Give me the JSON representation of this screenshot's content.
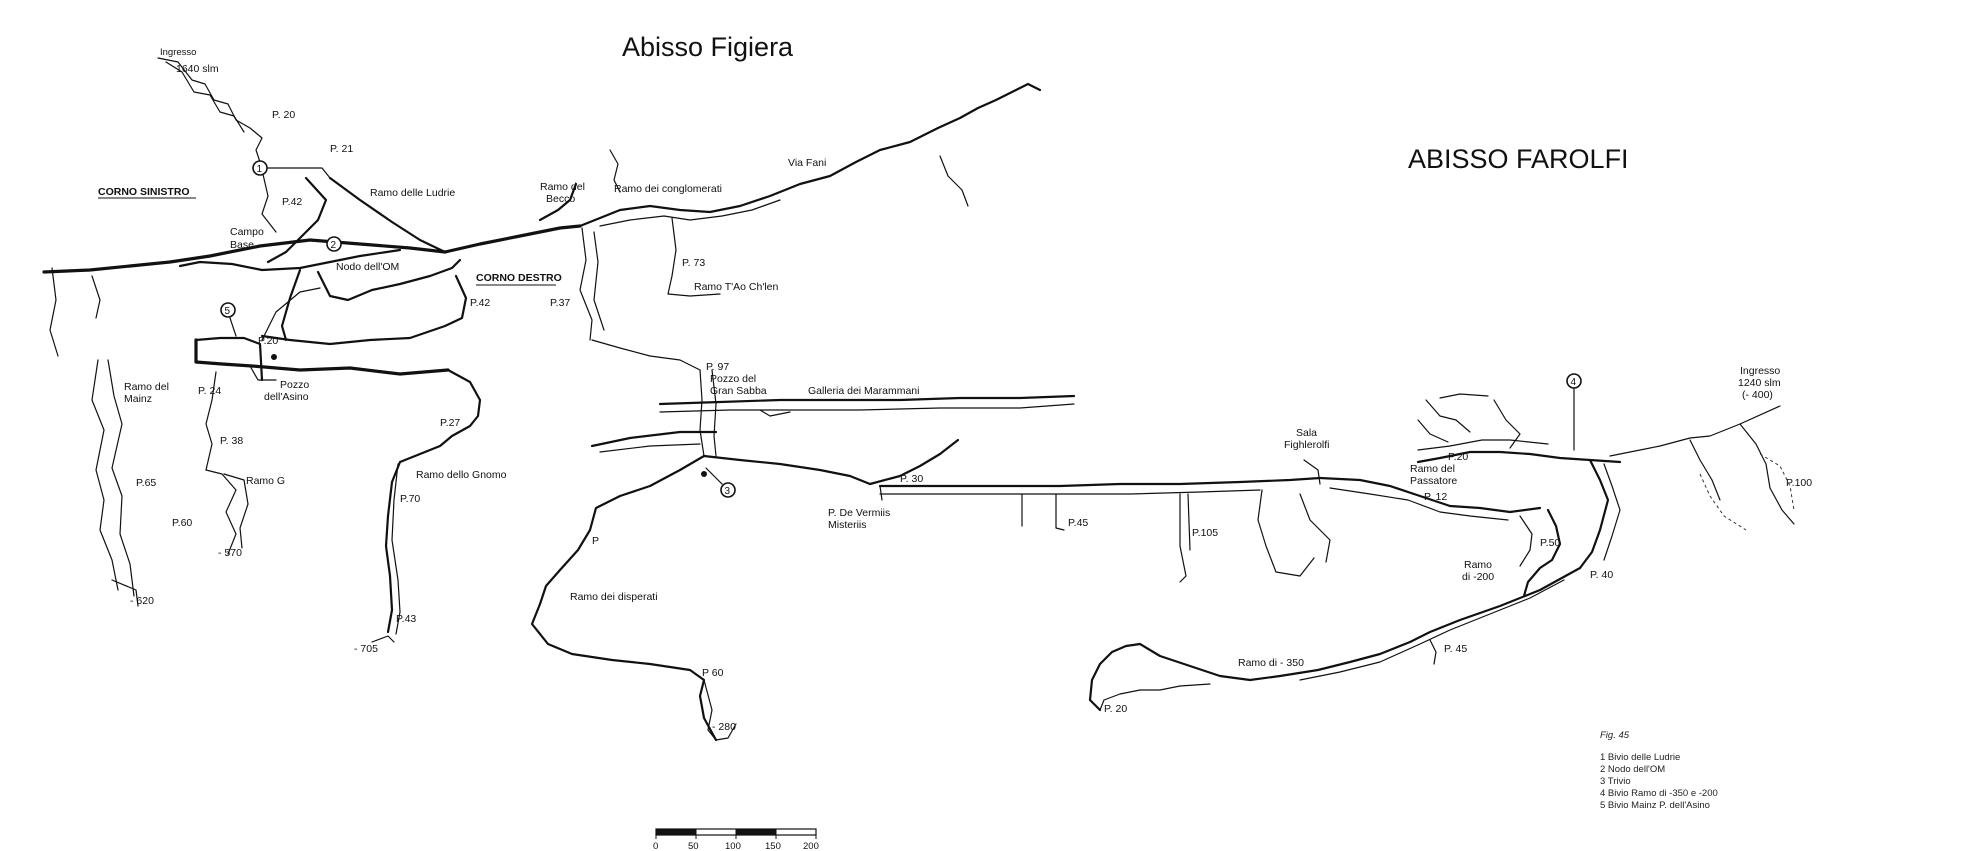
{
  "titles": {
    "figiera": "Abisso Figiera",
    "farolfi": "ABISSO FAROLFI"
  },
  "sections": {
    "corno_sinistro": "CORNO SINISTRO",
    "corno_destro": "CORNO DESTRO"
  },
  "labels": {
    "ingresso_figiera": "Ingresso",
    "alt_figiera": "1640 slm",
    "p20_top": "P. 20",
    "p21": "P. 21",
    "p42_left": "P.42",
    "ramo_ludrie": "Ramo delle Ludrie",
    "campo_base_1": "Campo",
    "campo_base_2": "Base",
    "nodo_om": "Nodo dell'OM",
    "ramo_becco_1": "Ramo del",
    "ramo_becco_2": "Becco",
    "ramo_conglomerati": "Ramo dei conglomerati",
    "via_fani": "Via Fani",
    "p73": "P. 73",
    "ramo_tao_1": "Ramo T'Ao Ch'len",
    "p37": "P.37",
    "p42_right": "P.42",
    "p20_mid": "P.20",
    "pozzo_asino_1": "Pozzo",
    "pozzo_asino_2": "dell'Asino",
    "ramo_mainz_1": "Ramo del",
    "ramo_mainz_2": "Mainz",
    "p24": "P. 24",
    "p38": "P. 38",
    "ramo_g": "Ramo G",
    "p65": "P.65",
    "p60_left": "P.60",
    "depth_570": "- 570",
    "depth_620": "- 620",
    "p27": "P.27",
    "ramo_gnomo": "Ramo dello  Gnomo",
    "p70": "P.70",
    "p43": "P.43",
    "depth_705": "- 705",
    "p97": "P. 97",
    "pozzo_gran_sabba_1": "Pozzo del",
    "pozzo_gran_sabba_2": "Gran Sabba",
    "galleria_marammani": "Galleria dei Marammani",
    "p30": "P. 30",
    "p_de_vermiis_1": "P. De Vermiis",
    "p_de_vermiis_2": "Misteriis",
    "p_small": "P",
    "ramo_disperati": "Ramo dei disperati",
    "p60_bottom": "P 60",
    "depth_280": "- 280",
    "p45_mid": "P.45",
    "p105": "P.105",
    "sala_1": "Sala",
    "sala_2": "Fighlerolfi",
    "ramo_passatore_1": "Ramo del",
    "ramo_passatore_2": "Passatore",
    "p20_right": "P.20",
    "p12": "P. 12",
    "p50": "P.50",
    "ramo_200_1": "Ramo",
    "ramo_200_2": "di -200",
    "p40": "P. 40",
    "p45_right": "P. 45",
    "ramo_350": "Ramo di - 350",
    "p20_bottom": "P. 20",
    "ingresso_farolfi": "Ingresso",
    "alt_farolfi_1": "1240 slm",
    "alt_farolfi_2": "(- 400)",
    "p100": "P.100"
  },
  "markers": [
    "1",
    "2",
    "3",
    "4",
    "5"
  ],
  "legend": {
    "fig": "Fig. 45",
    "items": [
      "1   Bivio delle Ludrie",
      "2   Nodo dell'OM",
      "3   Trivio",
      "4   Bivio Ramo di -350 e -200",
      "5   Bivio Mainz P. dell'Asino"
    ]
  },
  "scale_bar": {
    "ticks": [
      "0",
      "50",
      "100",
      "150",
      "200"
    ]
  }
}
